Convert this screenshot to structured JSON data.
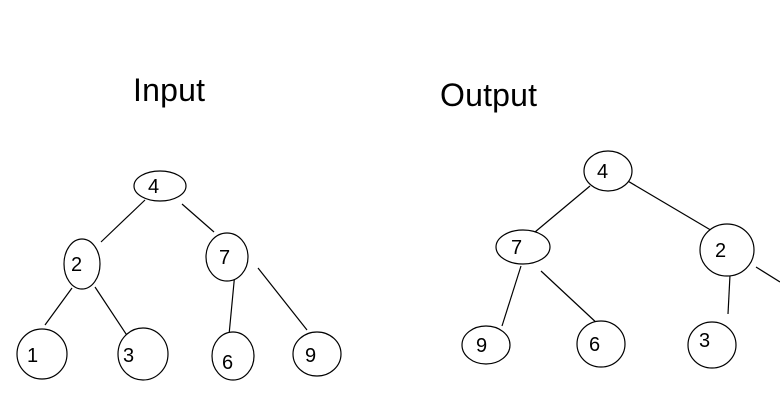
{
  "titles": {
    "input": "Input",
    "output": "Output"
  },
  "input_tree": {
    "nodes": [
      "4",
      "2",
      "7",
      "1",
      "3",
      "6",
      "9"
    ]
  },
  "output_tree": {
    "nodes": [
      "4",
      "7",
      "2",
      "9",
      "6",
      "3"
    ]
  },
  "colors": {
    "stroke": "#000000",
    "background": "#ffffff"
  }
}
